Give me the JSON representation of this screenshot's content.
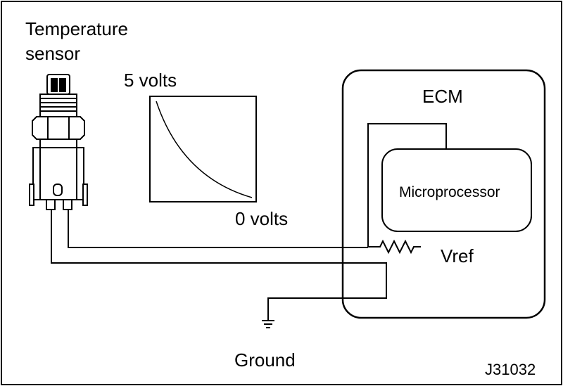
{
  "labels": {
    "sensor_line1": "Temperature",
    "sensor_line2": "sensor",
    "volts_high": "5 volts",
    "volts_low": "0 volts",
    "ecm": "ECM",
    "microprocessor": "Microprocessor",
    "vref": "Vref",
    "ground": "Ground",
    "figure_id": "J31032"
  },
  "colors": {
    "line": "#000000",
    "background": "#ffffff"
  }
}
